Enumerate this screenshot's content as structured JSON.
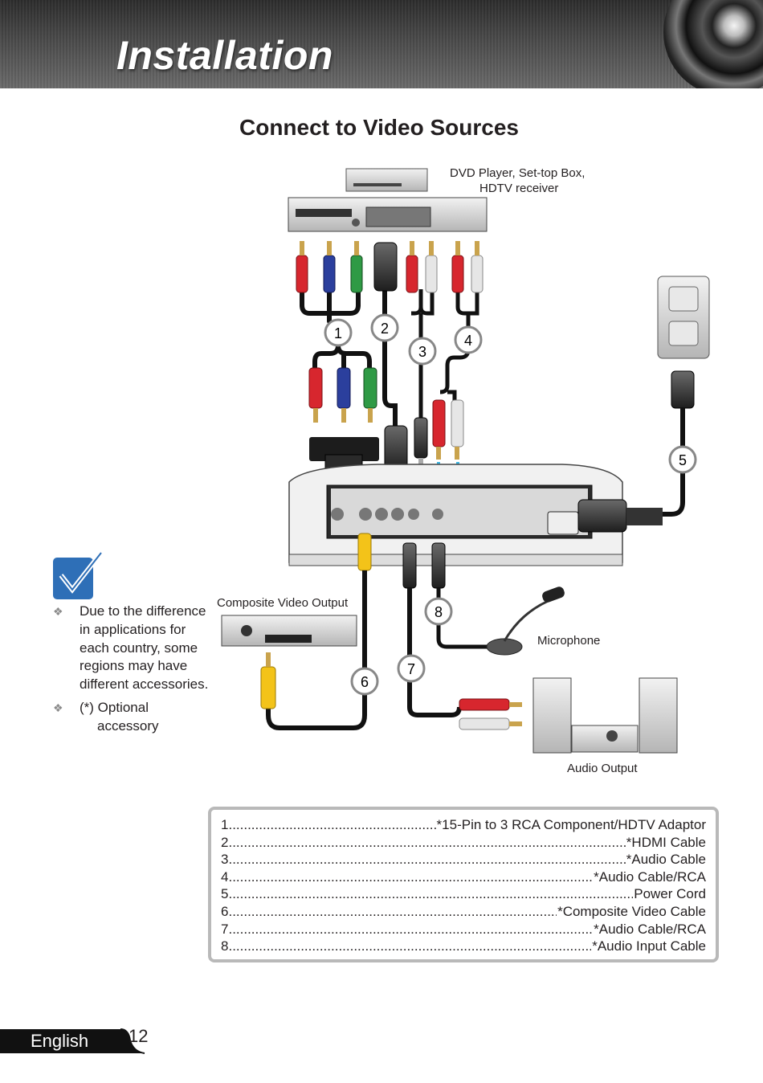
{
  "header": {
    "title": "Installation"
  },
  "page_title": "Connect to Video Sources",
  "labels": {
    "source_line1": "DVD Player, Set-top Box,",
    "source_line2": "HDTV receiver",
    "composite": "Composite Video Output",
    "microphone": "Microphone",
    "audio_output": "Audio Output"
  },
  "callouts": [
    "1",
    "2",
    "3",
    "4",
    "5",
    "6",
    "7",
    "8"
  ],
  "note": {
    "items": [
      "Due to the difference in applications for each country, some regions may have different accessories.",
      "(*) Optional accessory"
    ]
  },
  "legend": [
    {
      "num": "1",
      "desc": "*15-Pin to 3 RCA Component/HDTV Adaptor"
    },
    {
      "num": "2",
      "desc": "*HDMI Cable"
    },
    {
      "num": "3",
      "desc": "*Audio Cable"
    },
    {
      "num": "4",
      "desc": "*Audio Cable/RCA"
    },
    {
      "num": "5",
      "desc": "Power Cord"
    },
    {
      "num": "6",
      "desc": "*Composite Video Cable"
    },
    {
      "num": "7",
      "desc": "*Audio Cable/RCA"
    },
    {
      "num": "8",
      "desc": "*Audio Input Cable"
    }
  ],
  "footer": {
    "language": "English",
    "page_number": "12"
  },
  "colors": {
    "red": "#d7262e",
    "blue": "#2b3f9d",
    "green": "#2f9a45",
    "yellow": "#f3c319",
    "white": "#e6e6e6"
  }
}
